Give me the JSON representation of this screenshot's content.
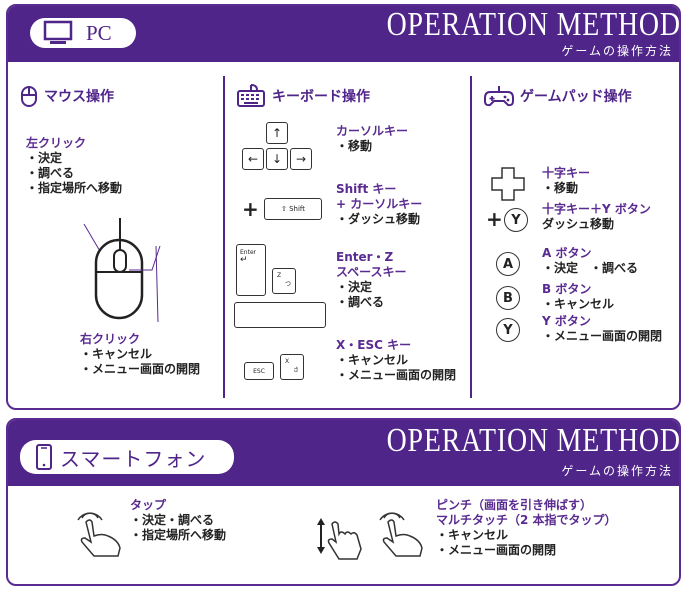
{
  "pc_panel": {
    "badge_label": "PC",
    "title": "OPERATION METHOD",
    "subtitle": "ゲームの操作方法",
    "mouse": {
      "heading": "マウス操作",
      "left_click": {
        "label": "左クリック",
        "items": [
          "・決定",
          "・調べる",
          "・指定場所へ移動"
        ]
      },
      "right_click": {
        "label": "右クリック",
        "items": [
          "・キャンセル",
          "・メニュー画面の開閉"
        ]
      }
    },
    "keyboard": {
      "heading": "キーボード操作",
      "arrows": {
        "up": "↑",
        "left": "←",
        "down": "↓",
        "right": "→",
        "label": "カーソルキー",
        "items": [
          "・移動"
        ]
      },
      "shift": {
        "key": "⇧ Shift",
        "plus": "+",
        "label1": "Shift キー",
        "label2": "+ カーソルキー",
        "items": [
          "・ダッシュ移動"
        ]
      },
      "enter": {
        "key": "Enter",
        "arrow": "↵",
        "z_key": "Z",
        "z_kana": "つ",
        "label1": "Enter・Z",
        "label2": "スペースキー",
        "items": [
          "・決定",
          "・調べる"
        ]
      },
      "esc": {
        "key": "ESC",
        "x_key": "X",
        "x_kana": "さ",
        "label": "X・ESC キー",
        "items": [
          "・キャンセル",
          "・メニュー画面の開閉"
        ]
      }
    },
    "gamepad": {
      "heading": "ゲームパッド操作",
      "dpad": {
        "label": "十字キー",
        "items": [
          "・移動"
        ]
      },
      "dash": {
        "plus": "+",
        "button": "Y",
        "label": "十字キー＋Y ボタン",
        "desc": "ダッシュ移動"
      },
      "a": {
        "button": "A",
        "label": "A ボタン",
        "items": [
          "・決定　・調べる"
        ]
      },
      "b": {
        "button": "B",
        "label": "B ボタン",
        "items": [
          "・キャンセル"
        ]
      },
      "y": {
        "button": "Y",
        "label": "Y ボタン",
        "items": [
          "・メニュー画面の開閉"
        ]
      }
    }
  },
  "sp_panel": {
    "badge_label": "スマートフォン",
    "title": "OPERATION METHOD",
    "subtitle": "ゲームの操作方法",
    "tap": {
      "label": "タップ",
      "items": [
        "・決定・調べる",
        "・指定場所へ移動"
      ]
    },
    "pinch": {
      "label1": "ピンチ（画面を引き伸ばす）",
      "label2": "マルチタッチ（2 本指でタップ）",
      "items": [
        "・キャンセル",
        "・メニュー画面の開閉"
      ]
    }
  },
  "colors": {
    "brand": "#4f2589",
    "frame": "#5a2b90",
    "text": "#222222"
  }
}
